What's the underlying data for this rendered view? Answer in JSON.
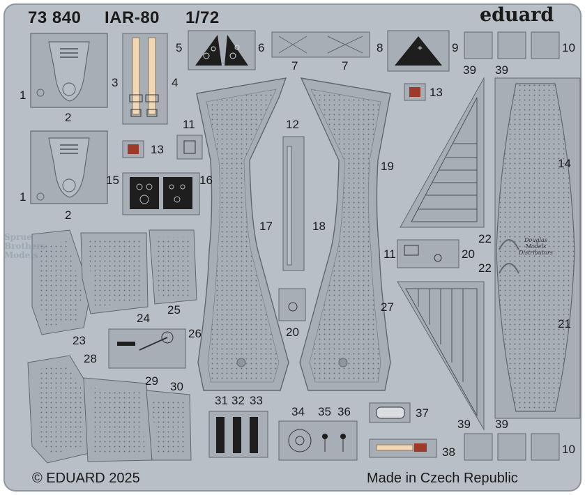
{
  "header": {
    "set_number": "73 840",
    "aircraft": "IAR-80",
    "scale": "1/72",
    "brand": "eduard"
  },
  "footer": {
    "copyright": "© EDUARD 2025",
    "origin": "Made in Czech Republic"
  },
  "watermarks": {
    "left": [
      "Sprue",
      "Brothers",
      "Models"
    ],
    "right": [
      "Douglas",
      "Models",
      "Distributors"
    ]
  },
  "part_numbers": {
    "p1a": "1",
    "p2a": "2",
    "p1b": "1",
    "p2b": "2",
    "p3": "3",
    "p4": "4",
    "p5": "5",
    "p6": "6",
    "p7a": "7",
    "p7b": "7",
    "p8": "8",
    "p9": "9",
    "p10a": "10",
    "p39a": "39",
    "p39b": "39",
    "p13a": "13",
    "p11a": "11",
    "p13b": "13",
    "p12": "12",
    "p15": "15",
    "p16": "16",
    "p19": "19",
    "p14": "14",
    "p17": "17",
    "p18": "18",
    "p22a": "22",
    "p22b": "22",
    "p11b": "11",
    "p20a": "20",
    "p20b": "20",
    "p27": "27",
    "p23": "23",
    "p24": "24",
    "p25": "25",
    "p26": "26",
    "p21": "21",
    "p28": "28",
    "p29": "29",
    "p30": "30",
    "p31": "31",
    "p32": "32",
    "p33": "33",
    "p34": "34",
    "p35": "35",
    "p36": "36",
    "p37": "37",
    "p38": "38",
    "p39c": "39",
    "p39d": "39",
    "p10b": "10"
  },
  "colors": {
    "fret": "#b9bfc6",
    "fret_outline": "#8e969e",
    "part": "#a7aeb6",
    "part_outline": "#60676e",
    "instrument_black": "#1e1e1e",
    "belt": "#f1d7b4",
    "red_detail": "#9e3a2a"
  }
}
